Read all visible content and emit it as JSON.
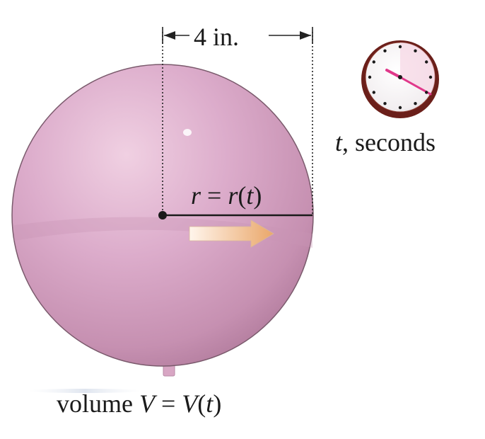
{
  "diameter_label": "4 in.",
  "radius_label": {
    "var": "r",
    "eq": " = ",
    "func": "r",
    "arg": "t"
  },
  "time_label": {
    "var": "t",
    "rest": ", seconds"
  },
  "volume_label": {
    "word": "volume ",
    "var": "V",
    "eq": " = ",
    "func": "V",
    "arg": "t"
  },
  "colors": {
    "balloon": "#d9a9c6",
    "balloon_dark": "#b982a3",
    "clock_hand": "#e0388a",
    "arrow_start": "#fbe9d8",
    "arrow_end": "#e8a464"
  }
}
